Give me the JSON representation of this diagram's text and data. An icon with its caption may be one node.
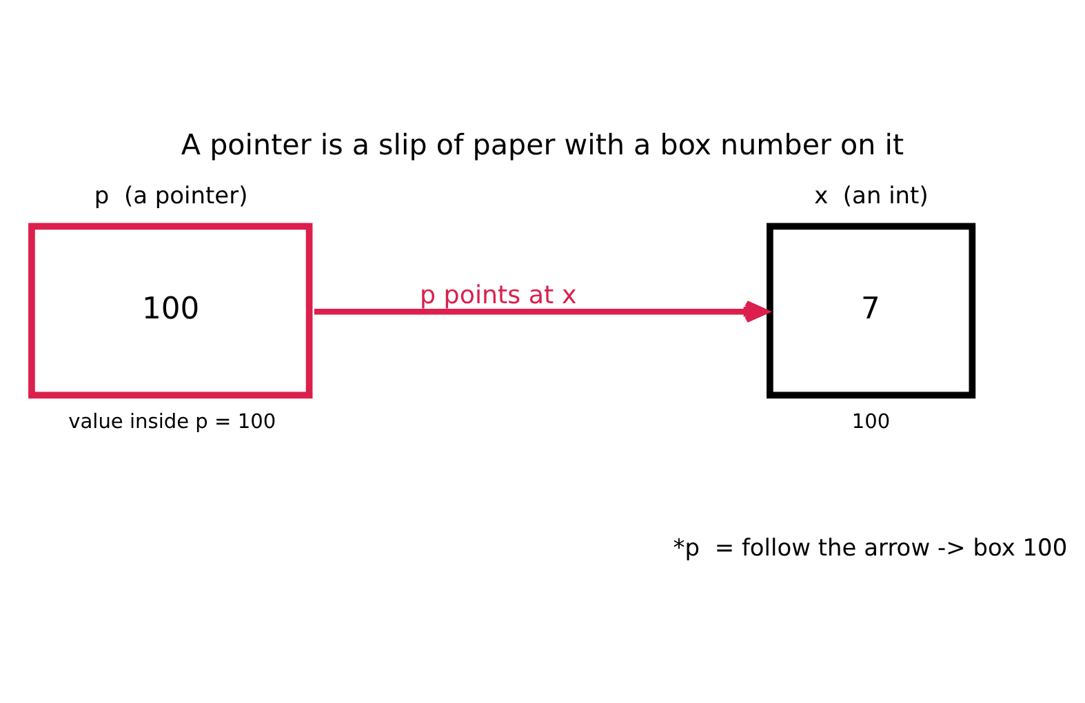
{
  "diagram": {
    "title": "A pointer is a slip of paper with a box number on it",
    "nodes": [
      {
        "text": [
          "p  (a pointer)",
          "100"
        ],
        "beside": [
          "value inside p = 100"
        ]
      },
      {
        "text": [
          "x  (an int)",
          "7"
        ],
        "beside": [
          "100"
        ]
      }
    ],
    "edges": [
      {
        "from": 0,
        "to": 1,
        "arrow": "to",
        "label": "p points at x",
        "color": "#dc1f4c"
      }
    ],
    "labels": [
      "*p  = follow the arrow -> box 100"
    ]
  }
}
